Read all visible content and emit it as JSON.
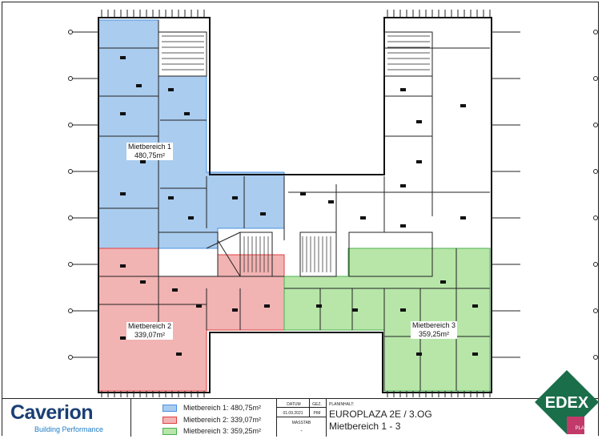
{
  "areas": [
    {
      "name": "Mietbereich 1",
      "size": "480,75m²",
      "color": "#a9ccef"
    },
    {
      "name": "Mietbereich 2",
      "size": "339,07m²",
      "color": "#f2b3b3"
    },
    {
      "name": "Mietbereich 3",
      "size": "359,25m²",
      "color": "#b7e6a8"
    }
  ],
  "legend": [
    {
      "text": "Mietbereich 1:  480,75m²",
      "color": "#4a90e2"
    },
    {
      "text": "Mietbereich 2: 339,07m²",
      "color": "#e04040"
    },
    {
      "text": "Mietbereich 3: 359,25m²",
      "color": "#4caf50"
    }
  ],
  "brand": {
    "name": "Caverion",
    "tagline": "Building Performance"
  },
  "meta": {
    "datum_label": "DATUM",
    "datum_value": "01.09.2021",
    "gez_label": "GEZ.",
    "gez_value": "PIM",
    "massstab_label": "MASSTAB",
    "massstab_value": "-"
  },
  "plan": {
    "label": "PLANINHALT:",
    "title_line1": "EUROPLAZA 2E / 3.OG",
    "title_line2": "Mietbereich 1 - 3"
  },
  "edex": {
    "word": "EDEX",
    "sub": "PLAZA"
  }
}
